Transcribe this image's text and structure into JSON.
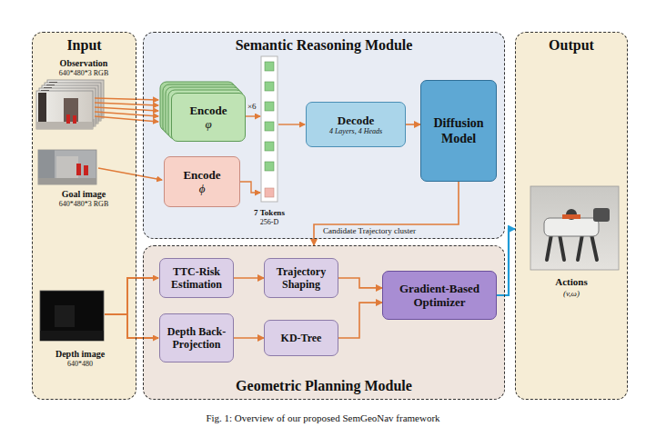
{
  "diagram": {
    "caption": "Fig. 1: Overview of our proposed SemGeoNav framework",
    "nodes": [
      {
        "text": [
          "Input"
        ]
      },
      {
        "text": [
          "Semantic Reasoning Module"
        ]
      },
      {
        "text": [
          "Geometric Planning Module"
        ]
      },
      {
        "text": [
          "Output"
        ]
      },
      {
        "text": [
          "Encode",
          "φ"
        ],
        "in": 1
      },
      {
        "text": [
          "Encode",
          "ϕ"
        ],
        "in": 1
      },
      {
        "text": [
          "Decode",
          "4 Layers, 4 Heads"
        ],
        "in": 1
      },
      {
        "text": [
          "Diffusion Model"
        ],
        "in": 1
      },
      {
        "text": [
          "TTC-Risk Estimation"
        ],
        "in": 2
      },
      {
        "text": [
          "Trajectory Shaping"
        ],
        "in": 2
      },
      {
        "text": [
          "Depth Back-Projection"
        ],
        "in": 2
      },
      {
        "text": [
          "KD-Tree"
        ],
        "in": 2
      },
      {
        "text": [
          "Gradient-Based Optimizer"
        ],
        "in": 2
      }
    ],
    "edges": [
      {
        "from": 6,
        "to": 7,
        "arrow": "to"
      },
      {
        "from": 7,
        "to": 2,
        "arrow": "to",
        "label": "Candidate Trajectory cluster"
      },
      {
        "from": 8,
        "to": 9,
        "arrow": "to"
      },
      {
        "from": 10,
        "to": 11,
        "arrow": "to"
      },
      {
        "from": 9,
        "to": 12,
        "arrow": "to"
      },
      {
        "from": 11,
        "to": 12,
        "arrow": "to"
      },
      {
        "from": 12,
        "to": 3,
        "arrow": "to"
      }
    ],
    "labels": [
      "Observation",
      "640*480*3 RGB",
      "Goal image",
      "640*480*3 RGB",
      "Depth image",
      "640*480",
      "×6",
      "7 Tokens",
      "256-D",
      "Actions",
      "(v,ω)"
    ]
  }
}
